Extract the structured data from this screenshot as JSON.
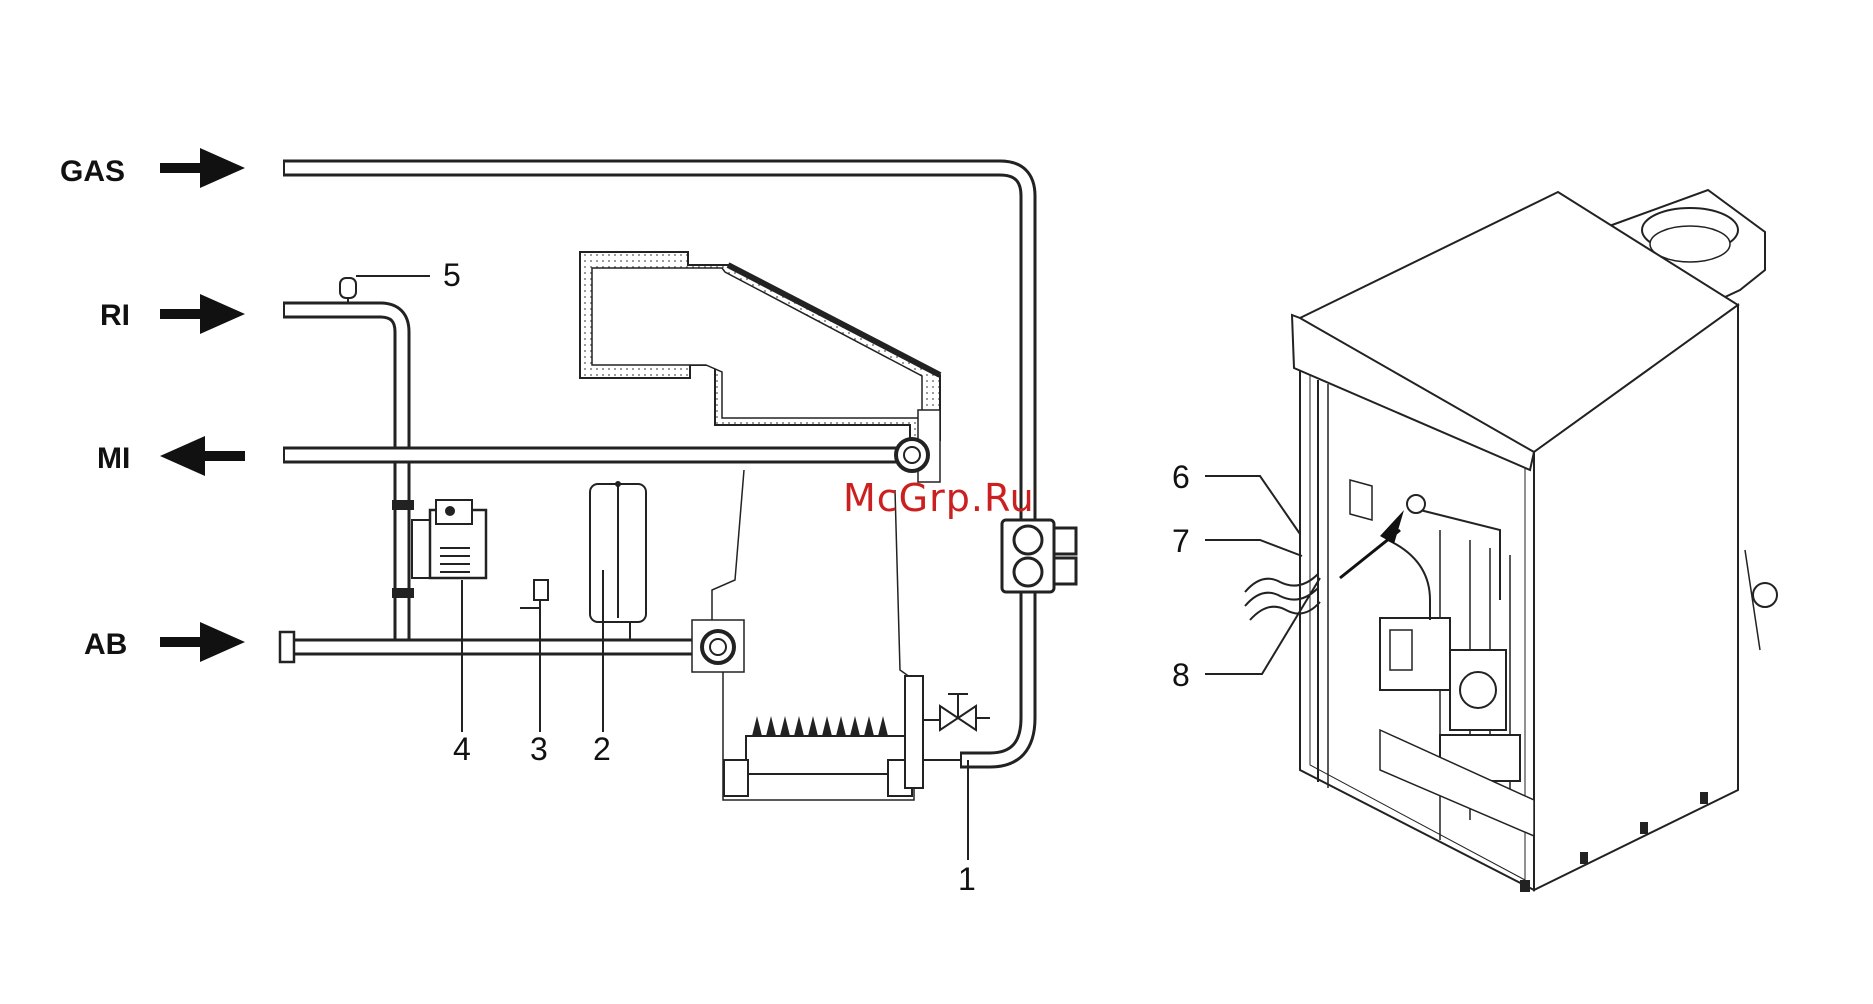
{
  "labels": {
    "gas": "GAS",
    "ri": "RI",
    "mi": "MI",
    "ab": "AB"
  },
  "callouts": [
    "1",
    "2",
    "3",
    "4",
    "5",
    "6",
    "7",
    "8"
  ],
  "watermark": "McGrp.Ru",
  "colors": {
    "line": "#222222",
    "watermark": "#cc1f1f",
    "background": "#ffffff"
  },
  "icons": {
    "inlet_arrow": "right-arrow-icon",
    "outlet_arrow": "left-arrow-icon"
  }
}
